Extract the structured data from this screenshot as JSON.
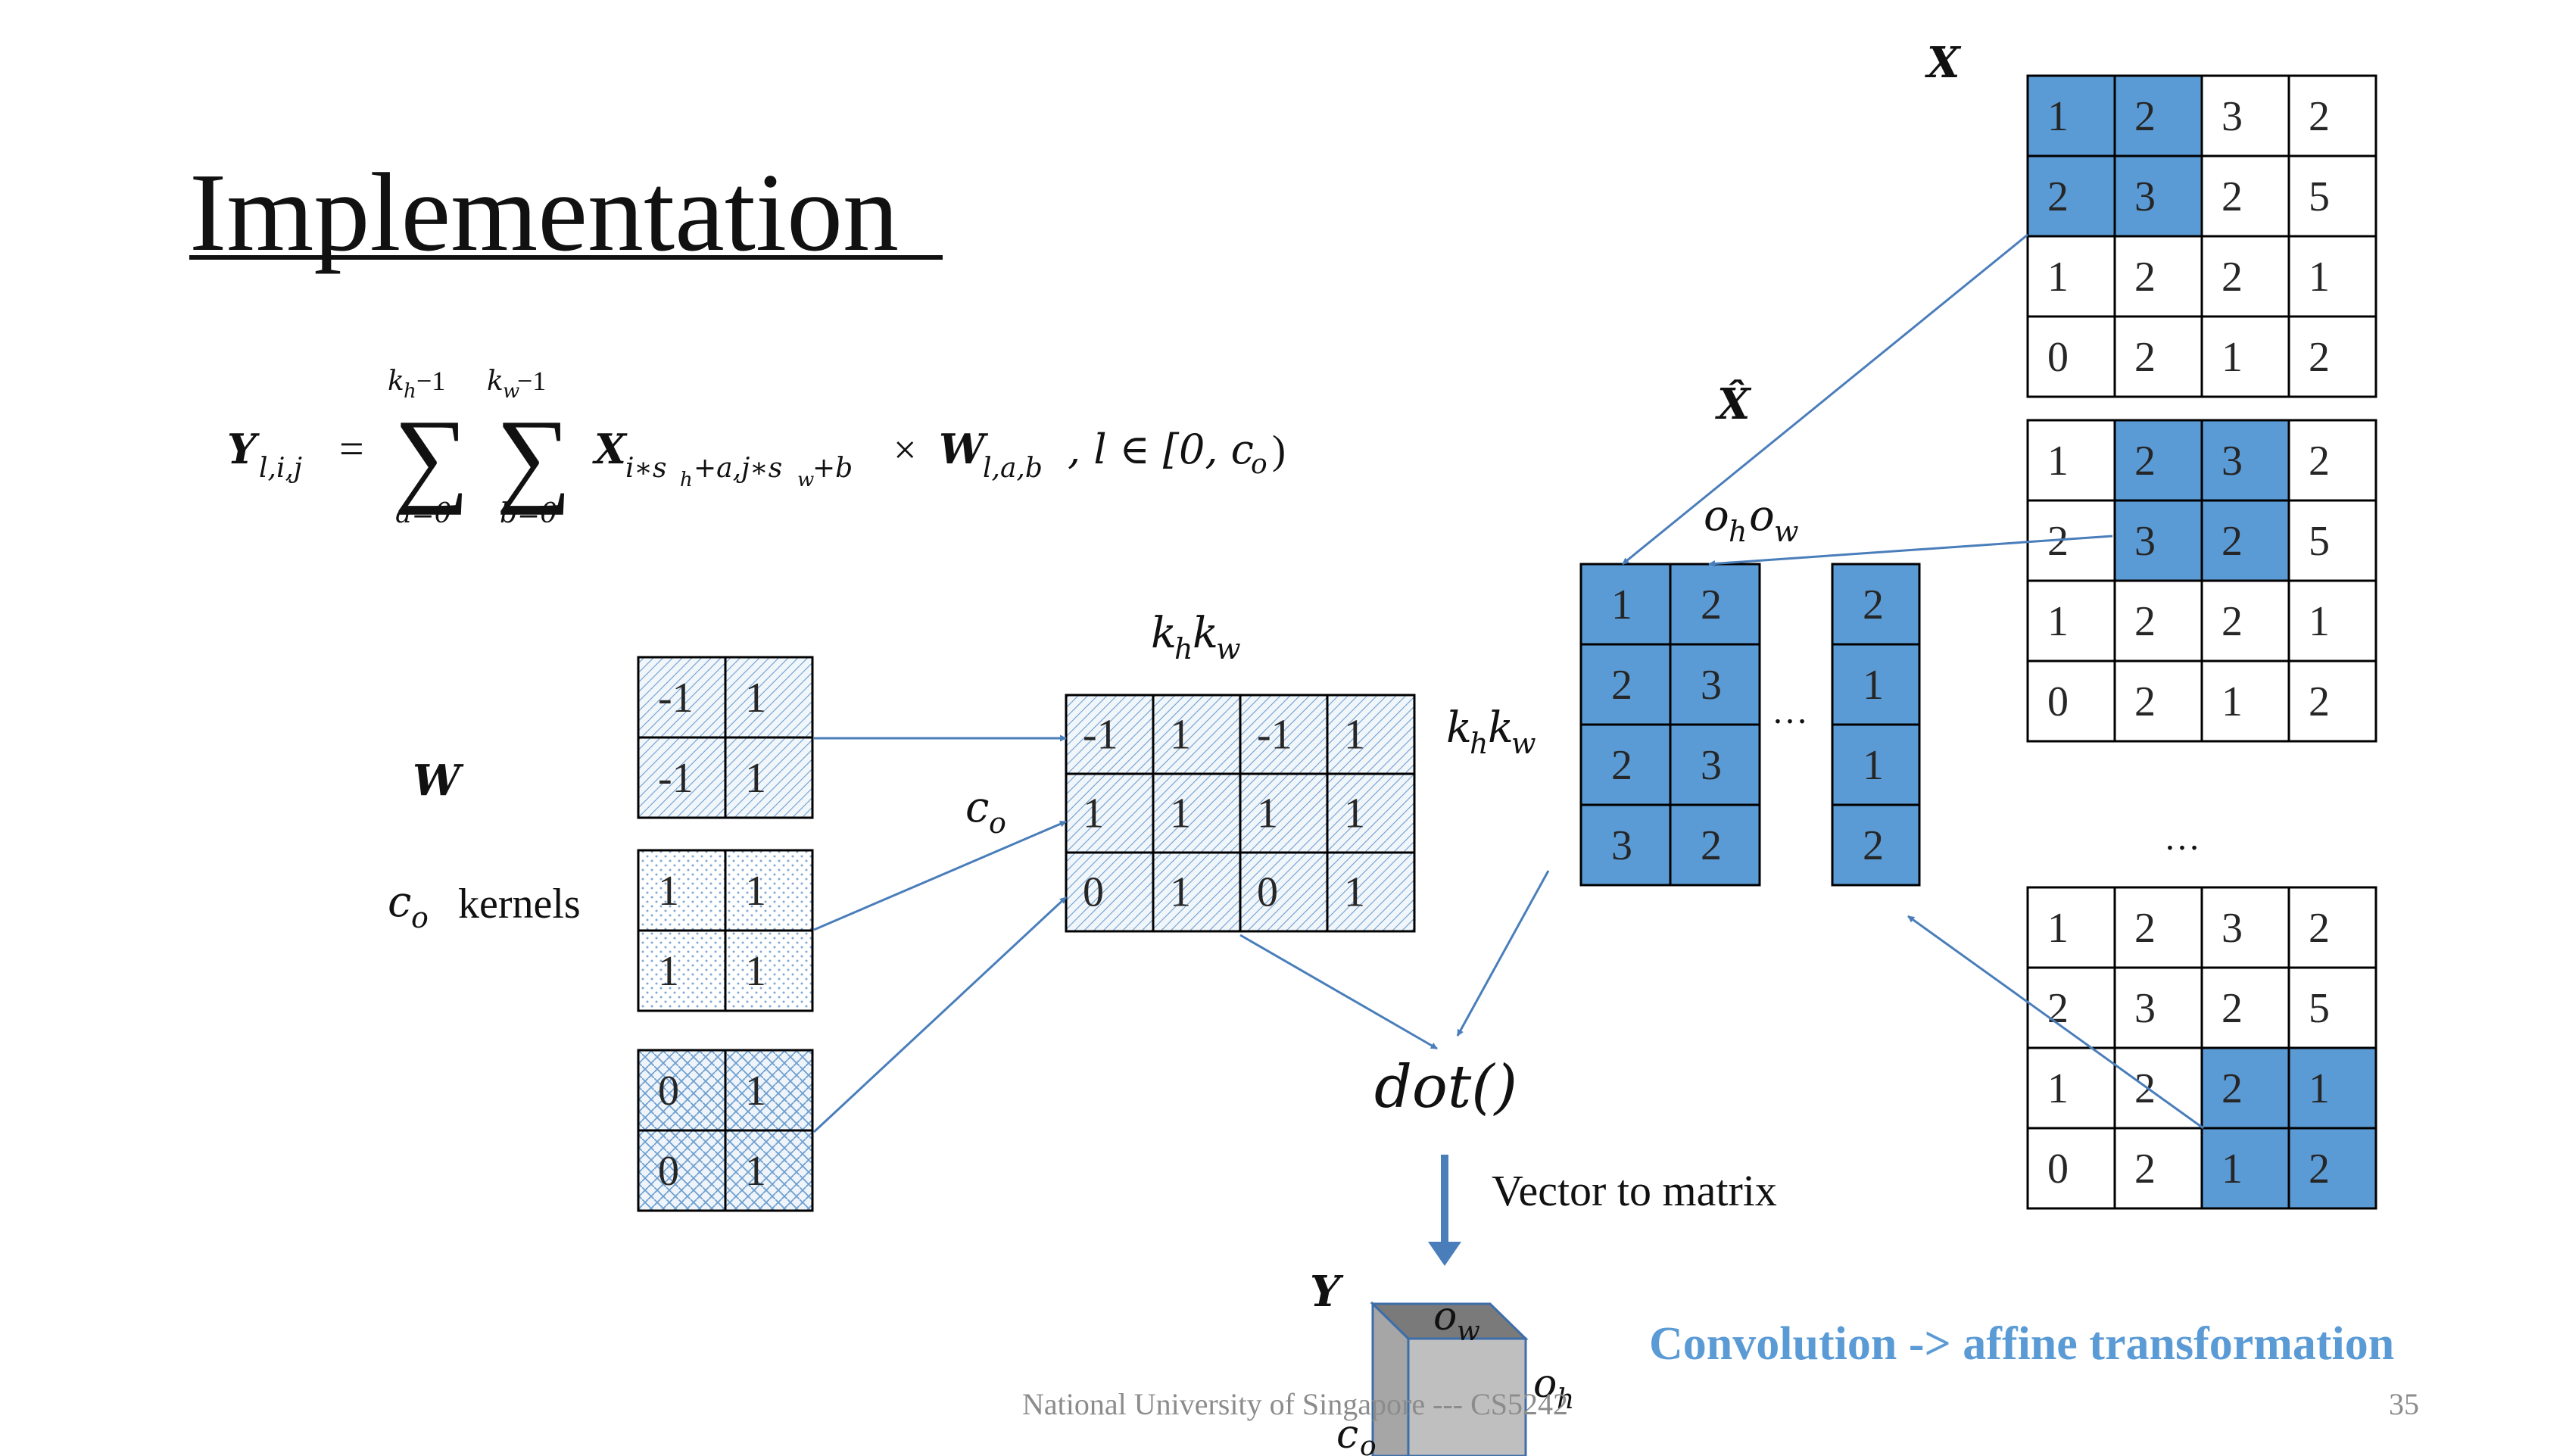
{
  "slide": {
    "title": "Implementation",
    "footer": "National University of Singapore --- CS5242",
    "page_number": "35",
    "highlight": "Convolution -> affine transformation"
  },
  "formula": {
    "lhs": "Y",
    "lhs_sub": "l,i,j",
    "sum1_top": "k",
    "sum1_top_sub": "h",
    "sum1_top_tail": "−1",
    "sum1_bottom": "a=0",
    "sum2_top": "k",
    "sum2_top_sub": "w",
    "sum2_top_tail": "−1",
    "sum2_bottom": "b=0",
    "x": "X",
    "x_sub": "i∗s",
    "x_sub_h": "h",
    "x_sub_mid": "+a,j∗s",
    "x_sub_w": "w",
    "x_sub_tail": "+b",
    "times": "×",
    "w": "W",
    "w_sub": "l,a,b",
    "range": ", l ∈ [0, c",
    "range_sub": "o",
    "range_tail": ")"
  },
  "labels": {
    "X": "X",
    "X_hat": "X̂",
    "W": "W",
    "Y": "Y",
    "kernels": "kernels",
    "co": "c",
    "co_sub": "o",
    "k": "k",
    "h": "h",
    "w": "w",
    "o": "o",
    "dot": "dot()",
    "ellipsis": "…",
    "vector_to_matrix": "Vector to matrix"
  },
  "colors": {
    "blue": "#5b9bd5",
    "highlight_text": "#5b9bd5",
    "arrow": "#4a7ebb",
    "grid": "#000000"
  },
  "matrices": {
    "x1": {
      "cells": [
        [
          "1",
          "2",
          "3",
          "2"
        ],
        [
          "2",
          "3",
          "2",
          "5"
        ],
        [
          "1",
          "2",
          "2",
          "1"
        ],
        [
          "0",
          "2",
          "1",
          "2"
        ]
      ],
      "highlight": [
        [
          0,
          0
        ],
        [
          0,
          1
        ],
        [
          1,
          0
        ],
        [
          1,
          1
        ]
      ]
    },
    "x2": {
      "cells": [
        [
          "1",
          "2",
          "3",
          "2"
        ],
        [
          "2",
          "3",
          "2",
          "5"
        ],
        [
          "1",
          "2",
          "2",
          "1"
        ],
        [
          "0",
          "2",
          "1",
          "2"
        ]
      ],
      "highlight": [
        [
          0,
          1
        ],
        [
          0,
          2
        ],
        [
          1,
          1
        ],
        [
          1,
          2
        ]
      ]
    },
    "x3": {
      "cells": [
        [
          "1",
          "2",
          "3",
          "2"
        ],
        [
          "2",
          "3",
          "2",
          "5"
        ],
        [
          "1",
          "2",
          "2",
          "1"
        ],
        [
          "0",
          "2",
          "1",
          "2"
        ]
      ],
      "highlight": [
        [
          2,
          2
        ],
        [
          2,
          3
        ],
        [
          3,
          2
        ],
        [
          3,
          3
        ]
      ]
    },
    "k1": {
      "cells": [
        [
          "-1",
          "1"
        ],
        [
          "-1",
          "1"
        ]
      ],
      "pattern": "hatch"
    },
    "k2": {
      "cells": [
        [
          "1",
          "1"
        ],
        [
          "1",
          "1"
        ]
      ],
      "pattern": "dots"
    },
    "k3": {
      "cells": [
        [
          "0",
          "1"
        ],
        [
          "0",
          "1"
        ]
      ],
      "pattern": "weave"
    },
    "wmat": {
      "cells": [
        [
          "-1",
          "1",
          "-1",
          "1"
        ],
        [
          "1",
          "1",
          "1",
          "1"
        ],
        [
          "0",
          "1",
          "0",
          "1"
        ]
      ]
    },
    "xhat_a": {
      "cells": [
        [
          "1",
          "2"
        ],
        [
          "2",
          "3"
        ],
        [
          "2",
          "3"
        ],
        [
          "3",
          "2"
        ]
      ]
    },
    "xhat_b": {
      "cells": [
        [
          "2"
        ],
        [
          "1"
        ],
        [
          "1"
        ],
        [
          "2"
        ]
      ]
    }
  }
}
